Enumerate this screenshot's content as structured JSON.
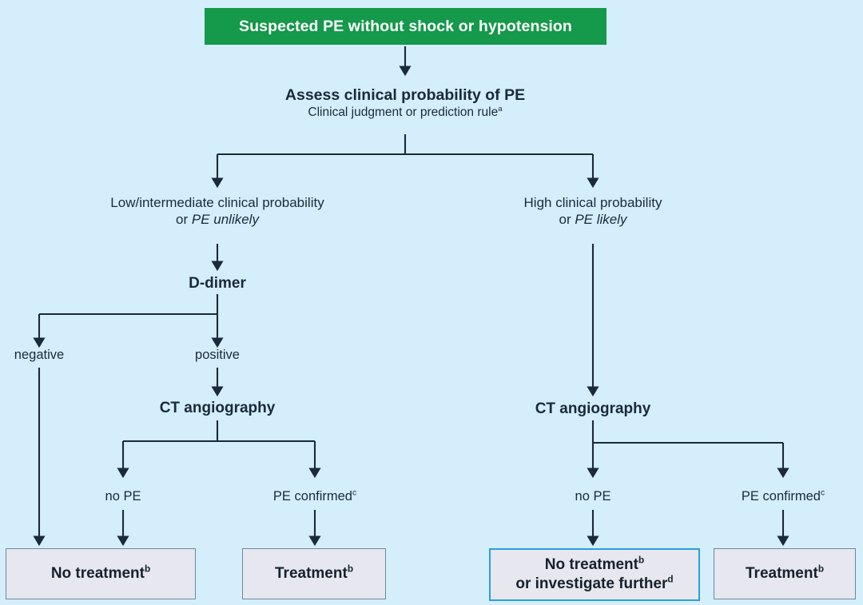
{
  "diagram": {
    "title": "Suspected PE without shock or hypotension",
    "background_color": "#d4eefb",
    "accent_green": "#15994a",
    "box_fill": "#e6e7ef",
    "box_border": "#6d8ba0",
    "highlight_border": "#2c9fd9",
    "line_color": "#1b2a38"
  },
  "header": {
    "label": "Suspected PE without shock or hypotension"
  },
  "assess": {
    "title": "Assess clinical probability of PE",
    "subtitle_text": "Clinical judgment or prediction rule",
    "subtitle_marker": "a"
  },
  "left_branch": {
    "line1": "Low/intermediate clinical probability",
    "line2_prefix": "or ",
    "line2_italic": "PE unlikely",
    "test": "D-dimer",
    "result_negative": "negative",
    "result_positive": "positive",
    "imaging": "CT angiography",
    "outcome_no_pe": "no PE",
    "outcome_pe_text": "PE confirmed",
    "outcome_pe_marker": "c"
  },
  "right_branch": {
    "line1": "High clinical probability",
    "line2_prefix": "or ",
    "line2_italic": "PE likely",
    "imaging": "CT angiography",
    "outcome_no_pe": "no PE",
    "outcome_pe_text": "PE confirmed",
    "outcome_pe_marker": "c"
  },
  "outcome_boxes": [
    {
      "id": "left-no-treatment",
      "line1_text": "No treatment",
      "line1_marker": "b",
      "line2_text": "",
      "line2_marker": "",
      "highlighted": false
    },
    {
      "id": "left-treatment",
      "line1_text": "Treatment",
      "line1_marker": "b",
      "line2_text": "",
      "line2_marker": "",
      "highlighted": false
    },
    {
      "id": "right-no-treatment-or-investigate",
      "line1_text": "No treatment",
      "line1_marker": "b",
      "line2_text": "or investigate further",
      "line2_marker": "d",
      "highlighted": true
    },
    {
      "id": "right-treatment",
      "line1_text": "Treatment",
      "line1_marker": "b",
      "line2_text": "",
      "line2_marker": "",
      "highlighted": false
    }
  ]
}
